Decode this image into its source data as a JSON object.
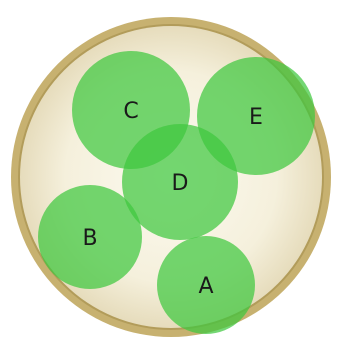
{
  "board": {
    "rim_color": "#c8b478",
    "rim_inner_color": "#a8944e",
    "inner_center_color": "#fbf9ee",
    "inner_edge_color": "#e8e0c4",
    "circle_fill": "#3ec83e",
    "circle_fill_opacity": 0.72
  },
  "circles": [
    {
      "id": "C",
      "label": "C"
    },
    {
      "id": "E",
      "label": "E"
    },
    {
      "id": "D",
      "label": "D"
    },
    {
      "id": "B",
      "label": "B"
    },
    {
      "id": "A",
      "label": "A"
    }
  ]
}
